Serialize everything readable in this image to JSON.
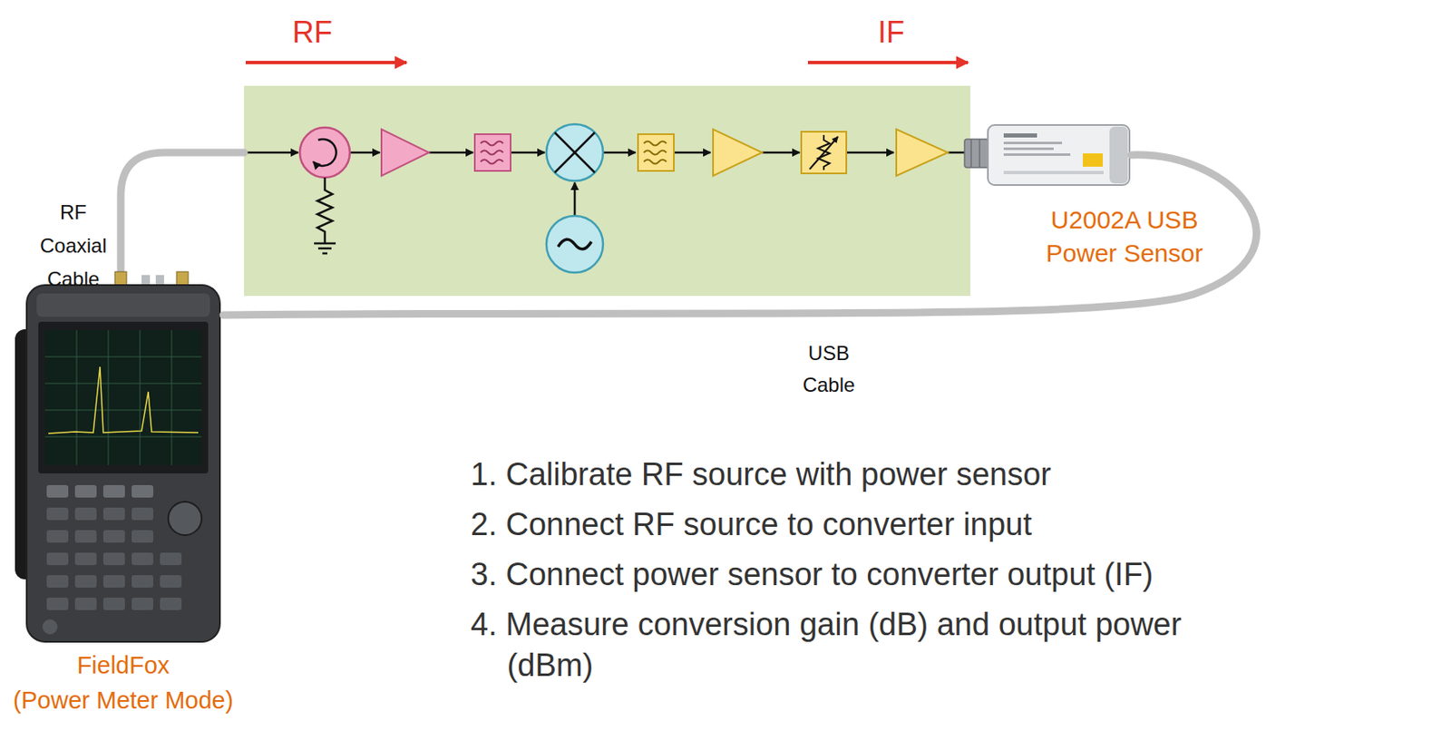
{
  "diagram": {
    "nodes": [
      {
        "text": [
          "U2002A USB Power Sensor"
        ]
      },
      {
        "text": [
          "FieldFox",
          "(Power Meter Mode)"
        ]
      }
    ],
    "edges": [
      {
        "from": 0,
        "to": 1,
        "arrow": "none"
      }
    ],
    "labels": [
      "RF",
      "IF",
      "RF Coaxial Cable",
      "USB Cable",
      "1. Calibrate RF source with power sensor",
      "2. Connect RF source to converter input",
      "3. Connect power sensor to converter output (IF)",
      "4. Measure conversion gain (dB) and output power (dBm)"
    ]
  }
}
